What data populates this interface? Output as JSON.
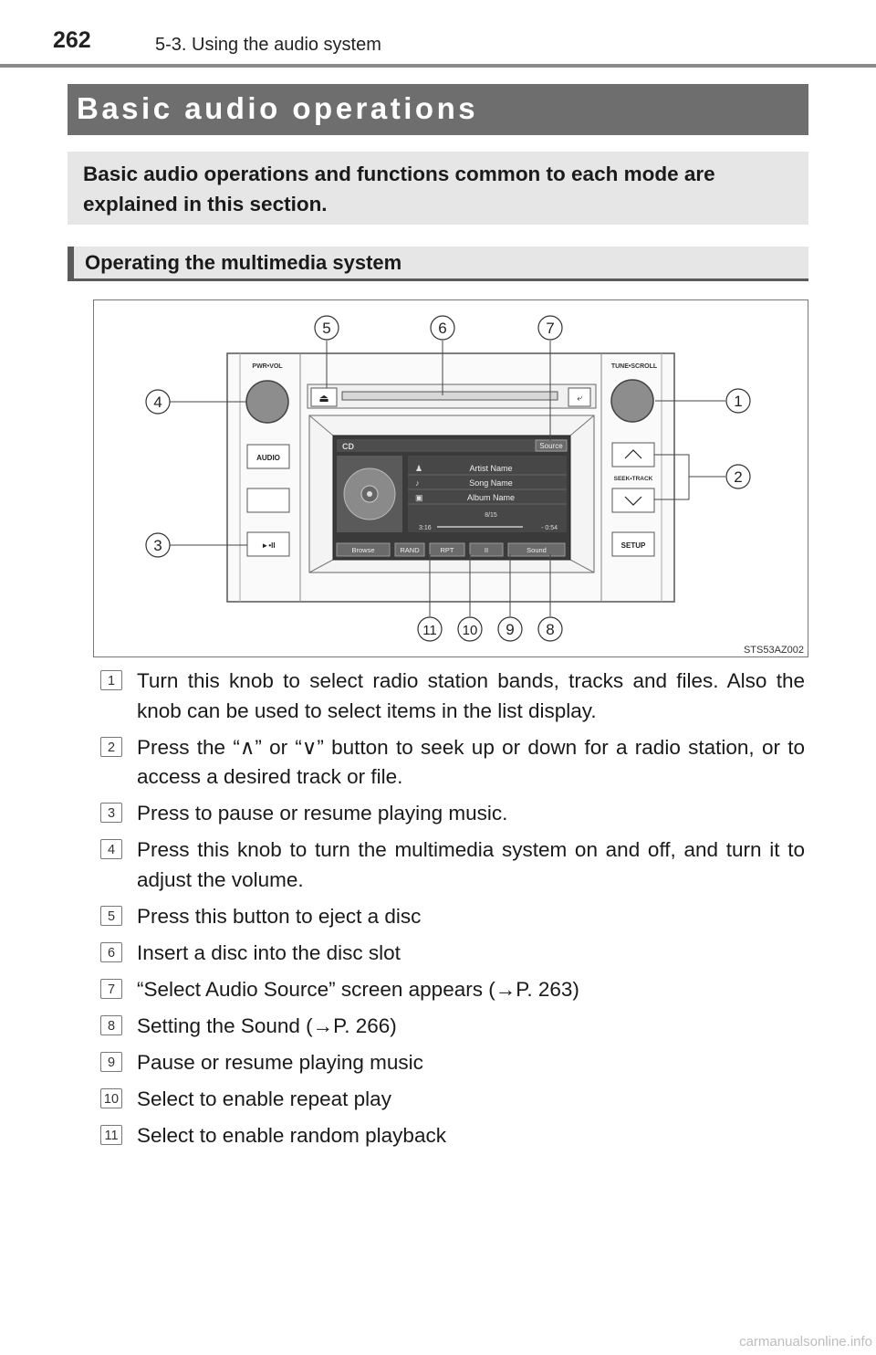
{
  "header": {
    "page_number": "262",
    "section": "5-3. Using the audio system"
  },
  "title": "Basic audio operations",
  "intro": "Basic audio operations and functions common to each mode are explained in this section.",
  "subheading": "Operating the multimedia system",
  "figure": {
    "code": "STS53AZ002",
    "knob_labels": {
      "left": "PWR•VOL",
      "right": "TUNE•SCROLL"
    },
    "buttons": {
      "audio": "AUDIO",
      "play_pause": "►•II",
      "seek_track": "SEEK•TRACK",
      "setup": "SETUP",
      "eject": "⏏"
    },
    "screen": {
      "mode": "CD",
      "source": "Source",
      "artist": "Artist Name",
      "song": "Song Name",
      "album": "Album Name",
      "track": "8/15",
      "elapsed": "3:16",
      "remaining": "- 0:54",
      "buttons": [
        "Browse",
        "RAND",
        "RPT",
        "II",
        "Sound"
      ]
    },
    "callouts": [
      "1",
      "2",
      "3",
      "4",
      "5",
      "6",
      "7",
      "8",
      "9",
      "10",
      "11"
    ]
  },
  "items": [
    {
      "num": "1",
      "text": "Turn this knob to select radio station bands, tracks and files. Also the knob can be used to select items in the list display."
    },
    {
      "num": "2",
      "text": "Press the “∧” or “∨” button to seek up or down for a radio station, or to access a desired track or file."
    },
    {
      "num": "3",
      "text": "Press to pause or resume playing music."
    },
    {
      "num": "4",
      "text": "Press this knob to turn the multimedia system on and off, and turn it to adjust the volume."
    },
    {
      "num": "5",
      "text": "Press this button to eject a disc"
    },
    {
      "num": "6",
      "text": "Insert a disc into the disc slot"
    },
    {
      "num": "7",
      "text": "“Select Audio Source” screen appears (→P. 263)"
    },
    {
      "num": "8",
      "text": "Setting the Sound (→P. 266)"
    },
    {
      "num": "9",
      "text": "Pause or resume playing music"
    },
    {
      "num": "10",
      "text": "Select to enable repeat play"
    },
    {
      "num": "11",
      "text": "Select to enable random playback"
    }
  ],
  "watermark": "carmanualsonline.info"
}
